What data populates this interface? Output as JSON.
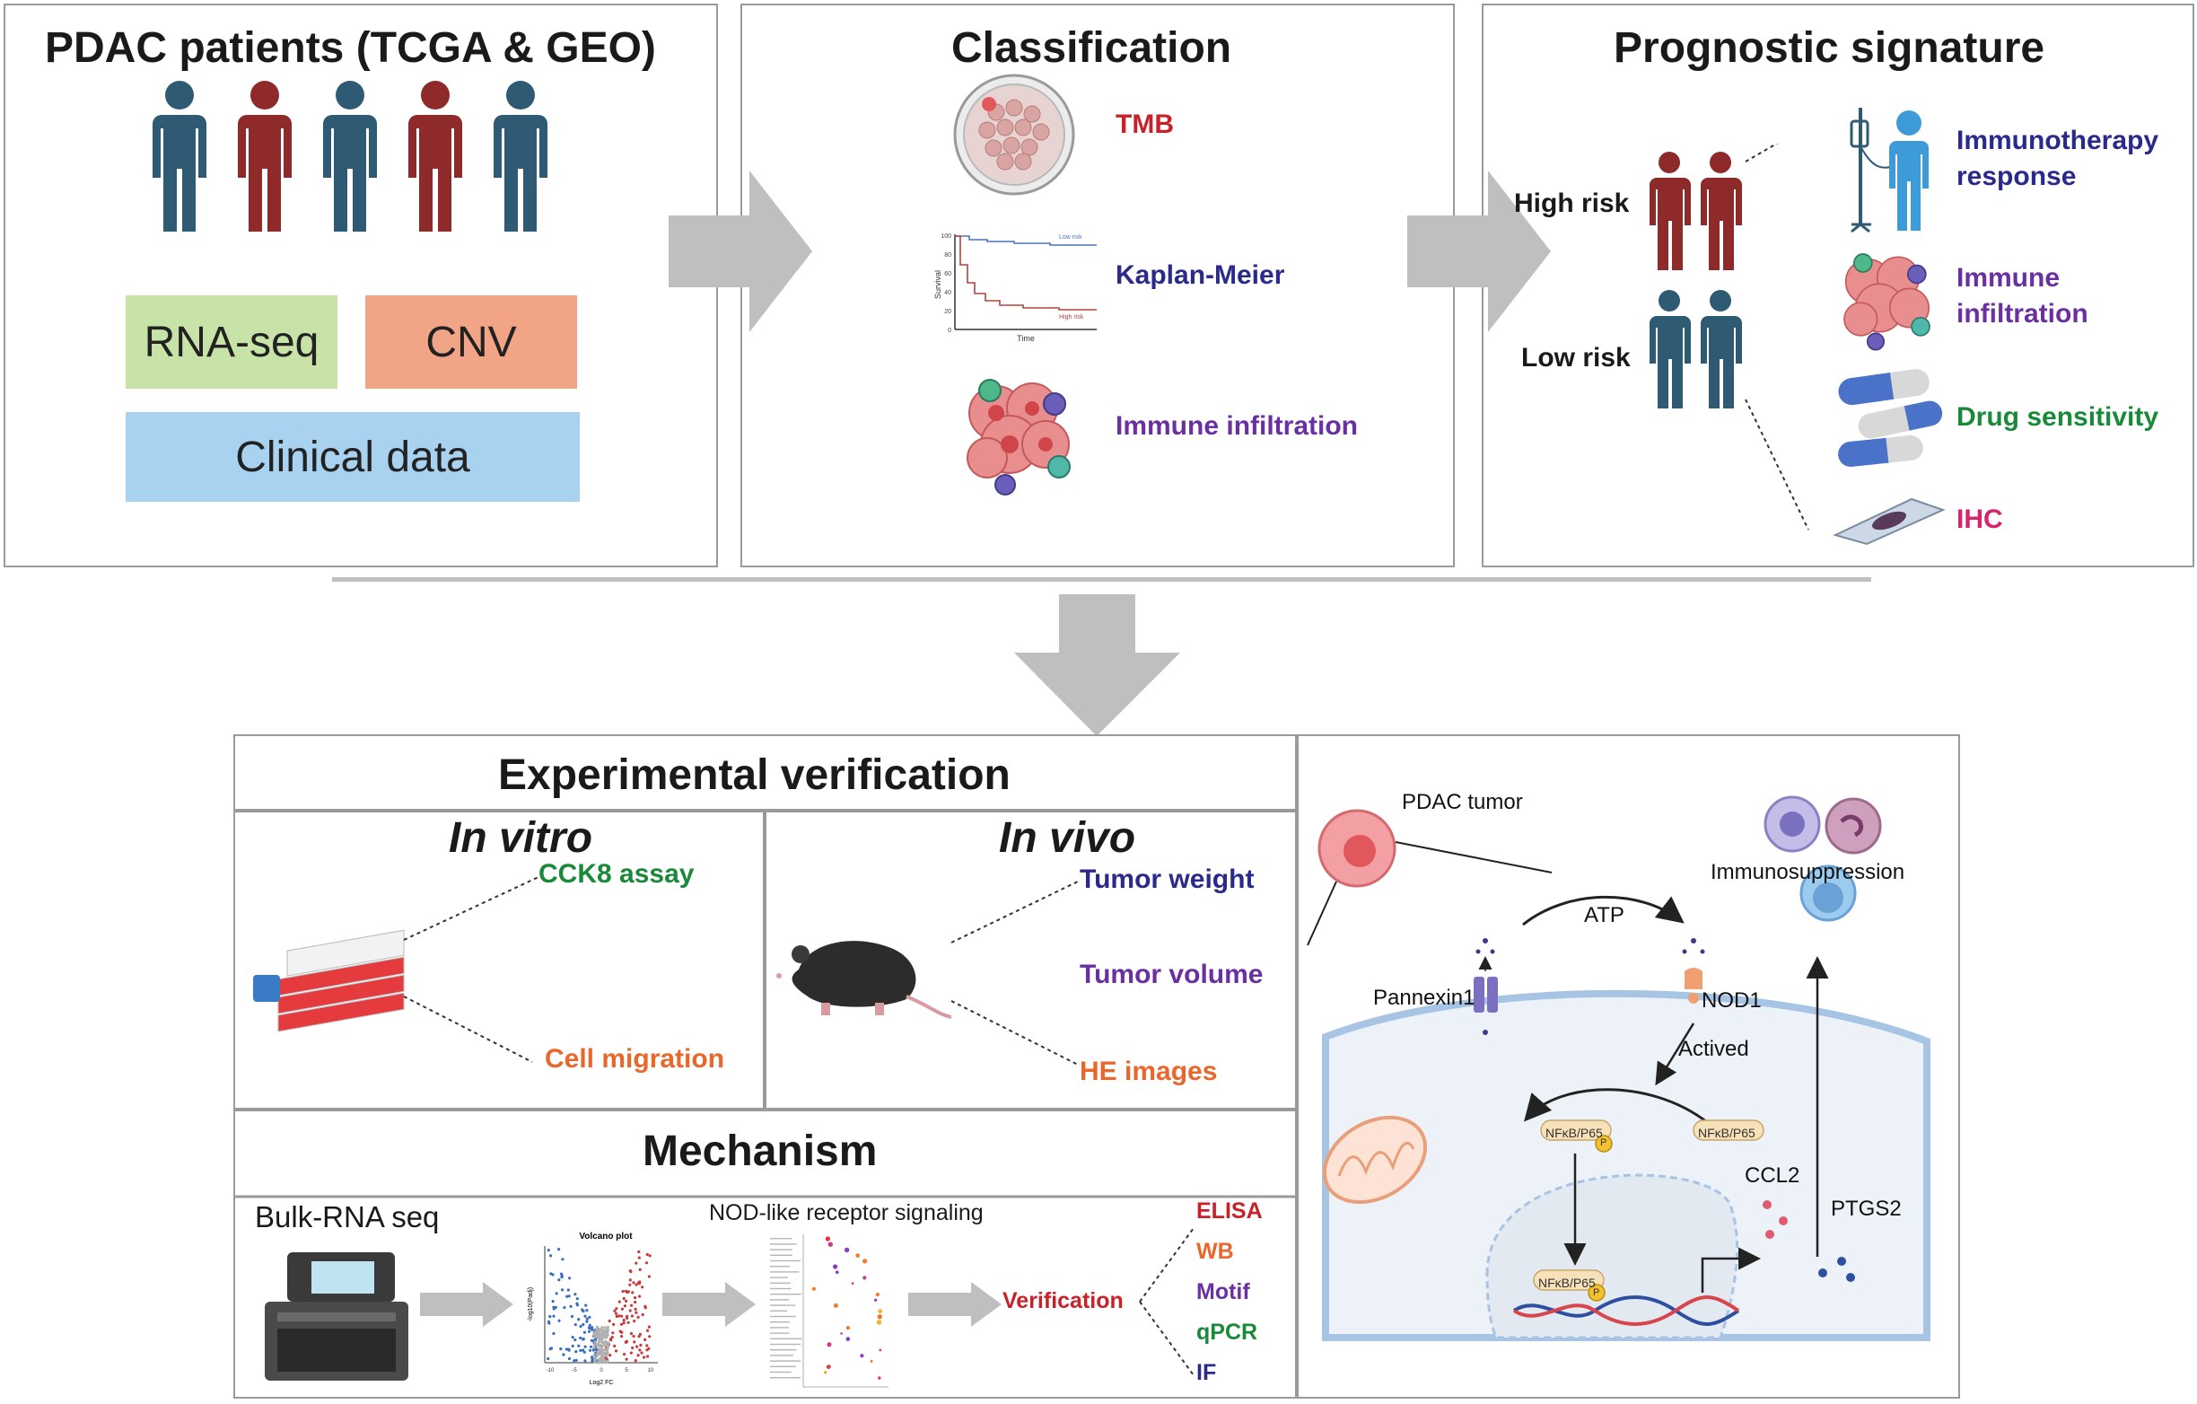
{
  "colors": {
    "navy": "#2e5a74",
    "maroon": "#8e2a2a",
    "arrow": "#bfbfbf",
    "border": "#9a9a9a",
    "rna": "#c8e3a8",
    "cnv": "#f2a486",
    "clinical": "#a8d2f0",
    "red": "#c82127",
    "blue": "#2a2a8c",
    "purple": "#6a2fa0",
    "green": "#1a8a3a",
    "orange": "#e9672b",
    "pink": "#d6246e"
  },
  "panel1": {
    "title": "PDAC patients (TCGA & GEO)",
    "rna": "RNA-seq",
    "cnv": "CNV",
    "clinical": "Clinical data"
  },
  "panel2": {
    "title": "Classification",
    "tmb": "TMB",
    "km": "Kaplan-Meier",
    "immune": "Immune infiltration",
    "km_ylabel": "Survival",
    "km_xlabel": "Time",
    "km_low": "Low risk",
    "km_high": "High risk",
    "km_ticks": [
      "100",
      "80",
      "60",
      "40",
      "20",
      "0"
    ]
  },
  "panel3": {
    "title": "Prognostic signature",
    "high": "High risk",
    "low": "Low risk",
    "immuno1": "Immunotherapy",
    "immuno2": "response",
    "infil1": "Immune",
    "infil2": "infiltration",
    "drug": "Drug sensitivity",
    "ihc": "IHC"
  },
  "experimental": {
    "title": "Experimental verification",
    "invitro": "In vitro",
    "invivo": "In vivo",
    "cck8": "CCK8 assay",
    "migration": "Cell migration",
    "weight": "Tumor weight",
    "volume": "Tumor volume",
    "he": "HE images"
  },
  "mechanism": {
    "title": "Mechanism",
    "bulk": "Bulk-RNA seq",
    "nod": "NOD-like receptor signaling",
    "volcano": "Volcano plot",
    "volcano_x": "Log2 FC",
    "volcano_y": "-log10(Padj)",
    "volcano_xticks": [
      "-10",
      "-5",
      "0",
      "5",
      "10"
    ],
    "verification": "Verification",
    "methods": [
      "ELISA",
      "WB",
      "Motif",
      "qPCR",
      "IF"
    ]
  },
  "pathway": {
    "tumor": "PDAC tumor",
    "atp": "ATP",
    "immunosuppression": "Immunosuppression",
    "pannexin": "Pannexin1",
    "nod1": "NOD1",
    "actived": "Actived",
    "nfkb": "NFκB/P65",
    "p": "P",
    "ccl2": "CCL2",
    "ptgs2": "PTGS2"
  }
}
